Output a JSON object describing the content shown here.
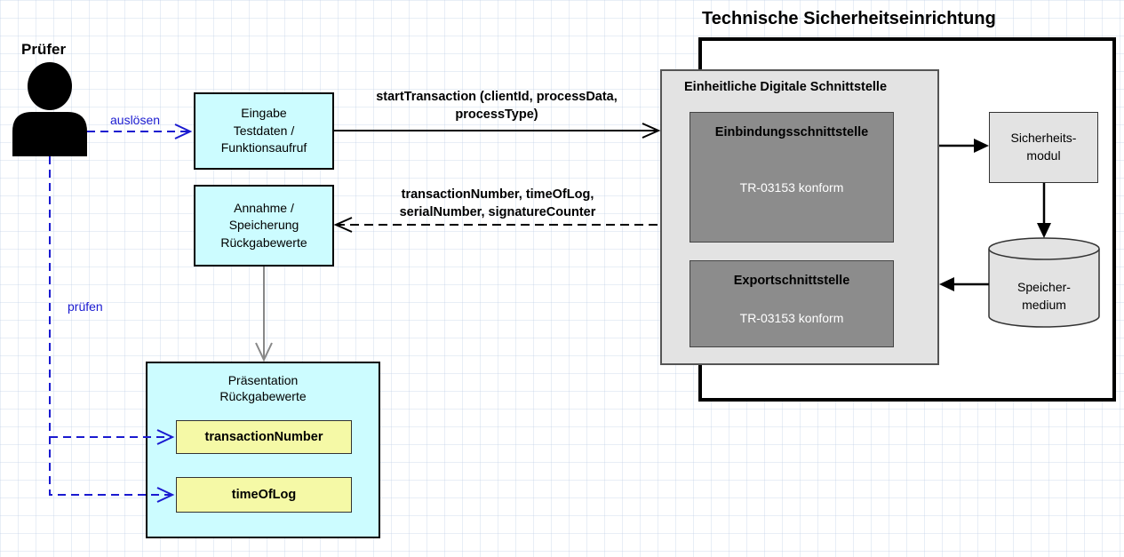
{
  "tse": {
    "title": "Technische Sicherheitseinrichtung",
    "eds_title": "Einheitliche Digitale Schnittstelle",
    "einbindung_title": "Einbindungsschnittstelle",
    "einbindung_sub": "TR-03153 konform",
    "export_title": "Exportschnittstelle",
    "export_sub": "TR-03153 konform",
    "sicherheitsmodul": "Sicherheits-\nmodul",
    "speichermedium": "Speicher-\nmedium"
  },
  "actor": {
    "name": "Prüfer",
    "ausloesen": "auslösen",
    "pruefen": "prüfen"
  },
  "client": {
    "eingabe": "Eingabe\nTestdaten /\nFunktionsaufruf",
    "annahme": "Annahme /\nSpeicherung\nRückgabewerte",
    "praesentation": "Präsentation\nRückgabewerte",
    "transaction_number": "transactionNumber",
    "time_of_log": "timeOfLog"
  },
  "messages": {
    "request": "startTransaction (clientId, processData,\nprocessType)",
    "response": "transactionNumber, timeOfLog,\nserialNumber, signatureCounter"
  },
  "colors": {
    "actor_link": "#1a1ad0",
    "client_box": "#ccfcff",
    "value_box": "#f5f9a6",
    "interface_box": "#8c8c8c",
    "panel": "#e3e3e3"
  }
}
